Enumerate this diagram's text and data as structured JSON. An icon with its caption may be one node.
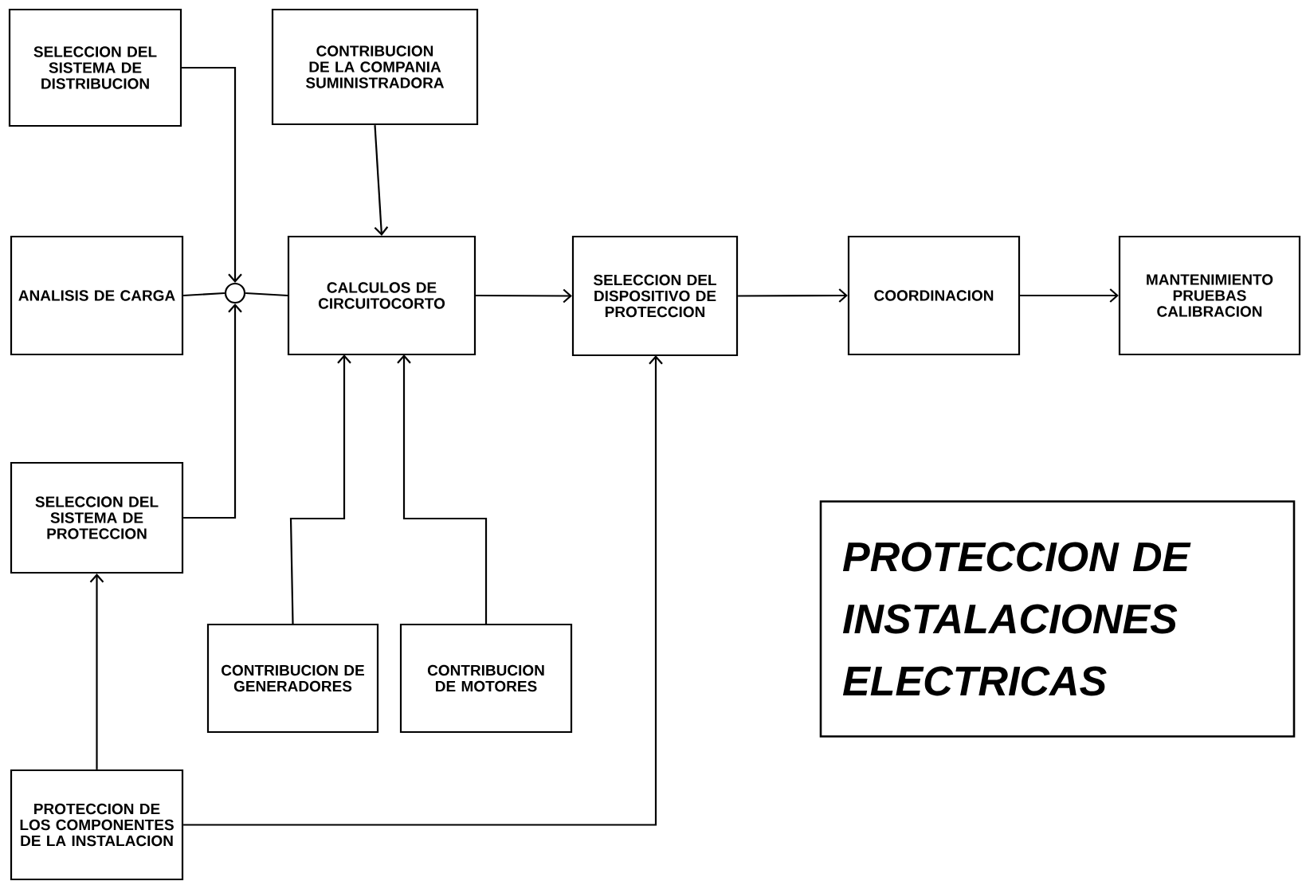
{
  "diagram": {
    "title": "PROTECCION DE INSTALACIONES ELECTRICAS",
    "nodes": [
      {
        "text": [
          "SELECCION DEL SISTEMA DE DISTRIBUCION"
        ]
      },
      {
        "text": [
          "CONTRIBUCION DE LA COMPANIA SUMINISTRADORA"
        ]
      },
      {
        "text": [
          "ANALISIS DE CARGA"
        ]
      },
      {
        "text": [],
        "shape": "circle"
      },
      {
        "text": [
          "CALCULOS DE CIRCUITOCORTO"
        ]
      },
      {
        "text": [
          "SELECCION DEL DISPOSITIVO DE PROTECCION"
        ]
      },
      {
        "text": [
          "COORDINACION"
        ]
      },
      {
        "text": [
          "MANTENIMIENTO PRUEBAS CALIBRACION"
        ]
      },
      {
        "text": [
          "SELECCION DEL SISTEMA DE PROTECCION"
        ]
      },
      {
        "text": [
          "CONTRIBUCION DE GENERADORES"
        ]
      },
      {
        "text": [
          "CONTRIBUCION DE MOTORES"
        ]
      },
      {
        "text": [
          "PROTECCION DE LOS COMPONENTES DE LA INSTALACION"
        ]
      }
    ],
    "edges": [
      {
        "from": 0,
        "to": 3,
        "arrow": "to"
      },
      {
        "from": 2,
        "to": 3,
        "arrow": "none"
      },
      {
        "from": 8,
        "to": 3,
        "arrow": "to"
      },
      {
        "from": 3,
        "to": 4,
        "arrow": "none"
      },
      {
        "from": 1,
        "to": 4,
        "arrow": "to"
      },
      {
        "from": 4,
        "to": 5,
        "arrow": "to"
      },
      {
        "from": 5,
        "to": 6,
        "arrow": "to"
      },
      {
        "from": 6,
        "to": 7,
        "arrow": "to"
      },
      {
        "from": 9,
        "to": 4,
        "arrow": "to"
      },
      {
        "from": 10,
        "to": 4,
        "arrow": "to"
      },
      {
        "from": 11,
        "to": 8,
        "arrow": "to"
      },
      {
        "from": 11,
        "to": 5,
        "arrow": "to"
      }
    ]
  }
}
